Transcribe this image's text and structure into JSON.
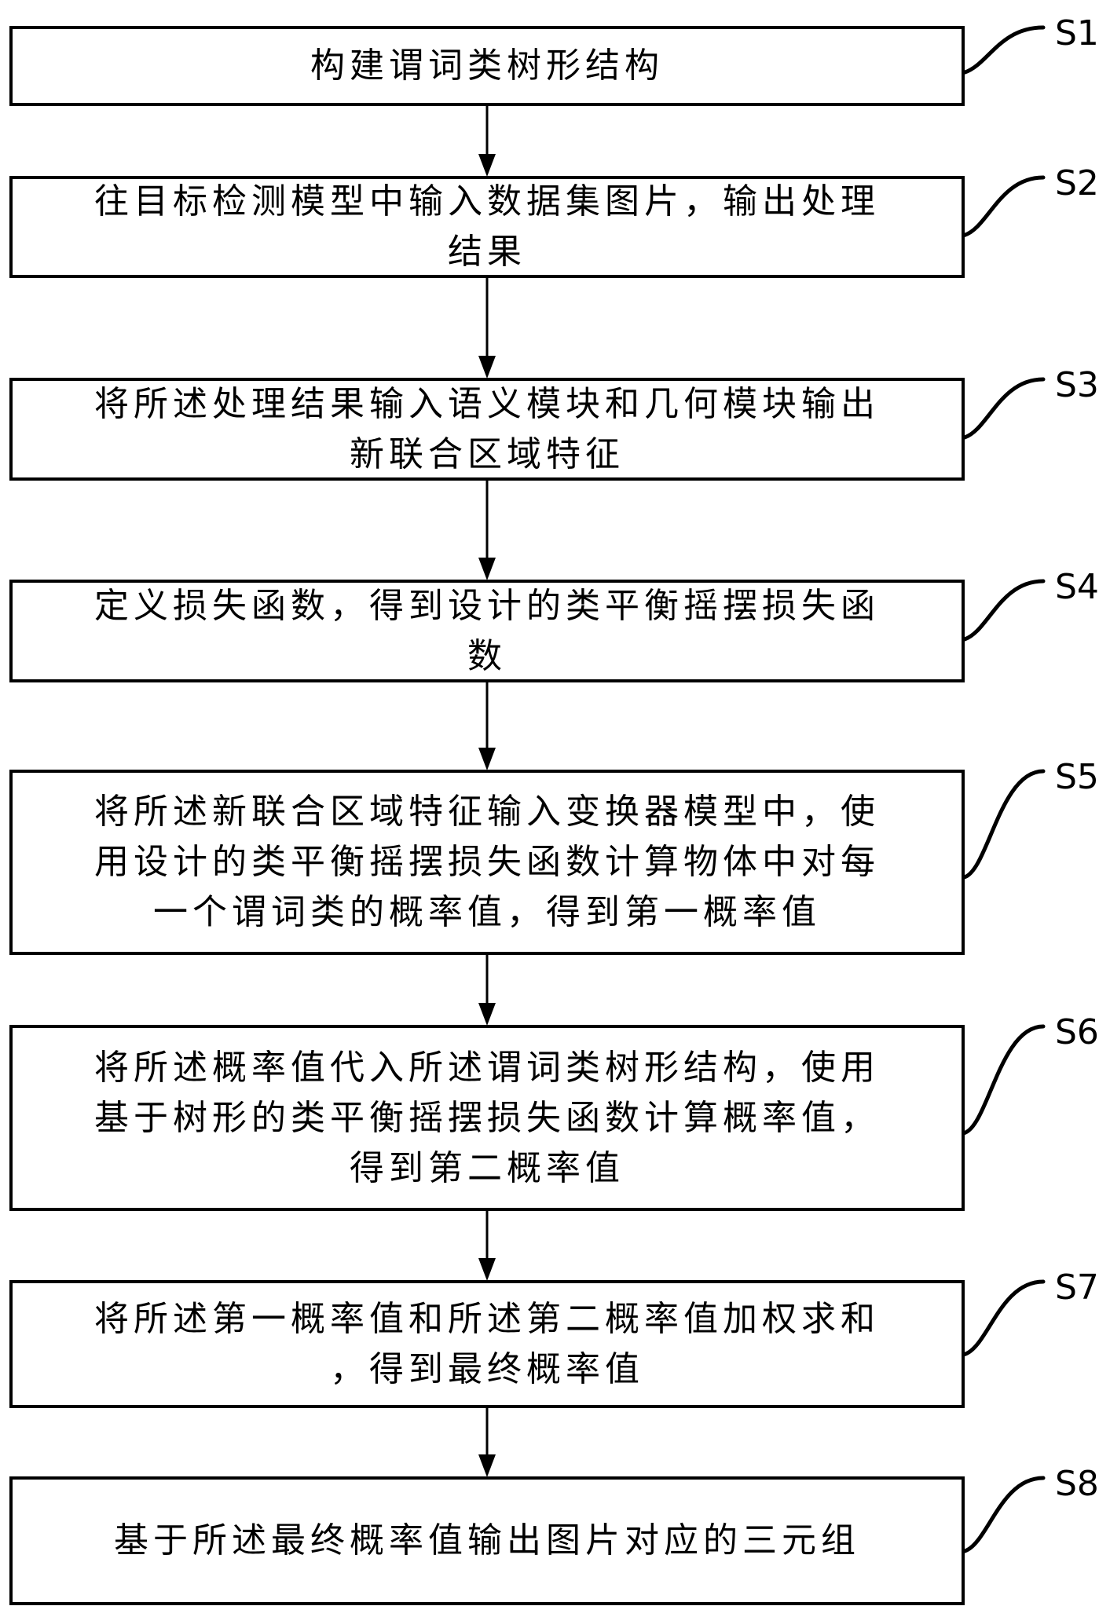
{
  "flowchart": {
    "steps": [
      {
        "label": "S1",
        "lines": [
          "构建谓词类树形结构"
        ]
      },
      {
        "label": "S2",
        "lines": [
          "往目标检测模型中输入数据集图片，输出处理",
          "结果"
        ]
      },
      {
        "label": "S3",
        "lines": [
          "将所述处理结果输入语义模块和几何模块输出",
          "新联合区域特征"
        ]
      },
      {
        "label": "S4",
        "lines": [
          "定义损失函数，得到设计的类平衡摇摆损失函",
          "数"
        ]
      },
      {
        "label": "S5",
        "lines": [
          "将所述新联合区域特征输入变换器模型中，使",
          "用设计的类平衡摇摆损失函数计算物体中对每",
          "一个谓词类的概率值，得到第一概率值"
        ]
      },
      {
        "label": "S6",
        "lines": [
          "将所述概率值代入所述谓词类树形结构，使用",
          "基于树形的类平衡摇摆损失函数计算概率值，",
          "得到第二概率值"
        ]
      },
      {
        "label": "S7",
        "lines": [
          "将所述第一概率值和所述第二概率值加权求和",
          "，得到最终概率值"
        ]
      },
      {
        "label": "S8",
        "lines": [
          "基于所述最终概率值输出图片对应的三元组"
        ]
      }
    ]
  }
}
